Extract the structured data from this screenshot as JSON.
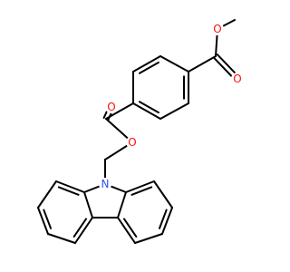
{
  "molecule": {
    "bond_color": "#000000",
    "atoms": [
      {
        "id": "O1",
        "label": "O",
        "color": "#ff0d0d"
      },
      {
        "id": "O2",
        "label": "O",
        "color": "#ff0d0d"
      },
      {
        "id": "O3",
        "label": "O",
        "color": "#ff0d0d"
      },
      {
        "id": "O4",
        "label": "O",
        "color": "#ff0d0d"
      },
      {
        "id": "N1",
        "label": "N",
        "color": "#3050f8"
      }
    ]
  }
}
